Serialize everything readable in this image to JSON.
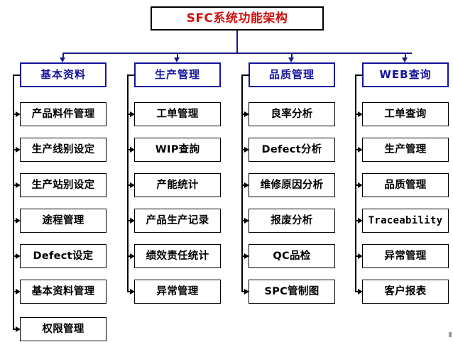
{
  "diagram": {
    "title": "SFC系统功能架构",
    "title_color": "#cc1111",
    "header_color": "#1414a0",
    "item_color": "#000000",
    "connector_color": "#000000",
    "columns": [
      {
        "header": "基本资料",
        "items": [
          "产品料件管理",
          "生产线别设定",
          "生产站别设定",
          "途程管理",
          "Defect设定",
          "基本资料管理",
          "权限管理"
        ]
      },
      {
        "header": "生产管理",
        "items": [
          "工单管理",
          "WIP查詢",
          "产能统计",
          "产品生产记录",
          "绩效责任统计",
          "异常管理"
        ]
      },
      {
        "header": "品质管理",
        "items": [
          "良率分析",
          "Defect分析",
          "维修原因分析",
          "报废分析",
          "QC品检",
          "SPC管制图"
        ]
      },
      {
        "header": "WEB查询",
        "items": [
          "工单查询",
          "生产管理",
          "品质管理",
          "Traceability",
          "异常管理",
          "客户报表"
        ]
      }
    ]
  }
}
